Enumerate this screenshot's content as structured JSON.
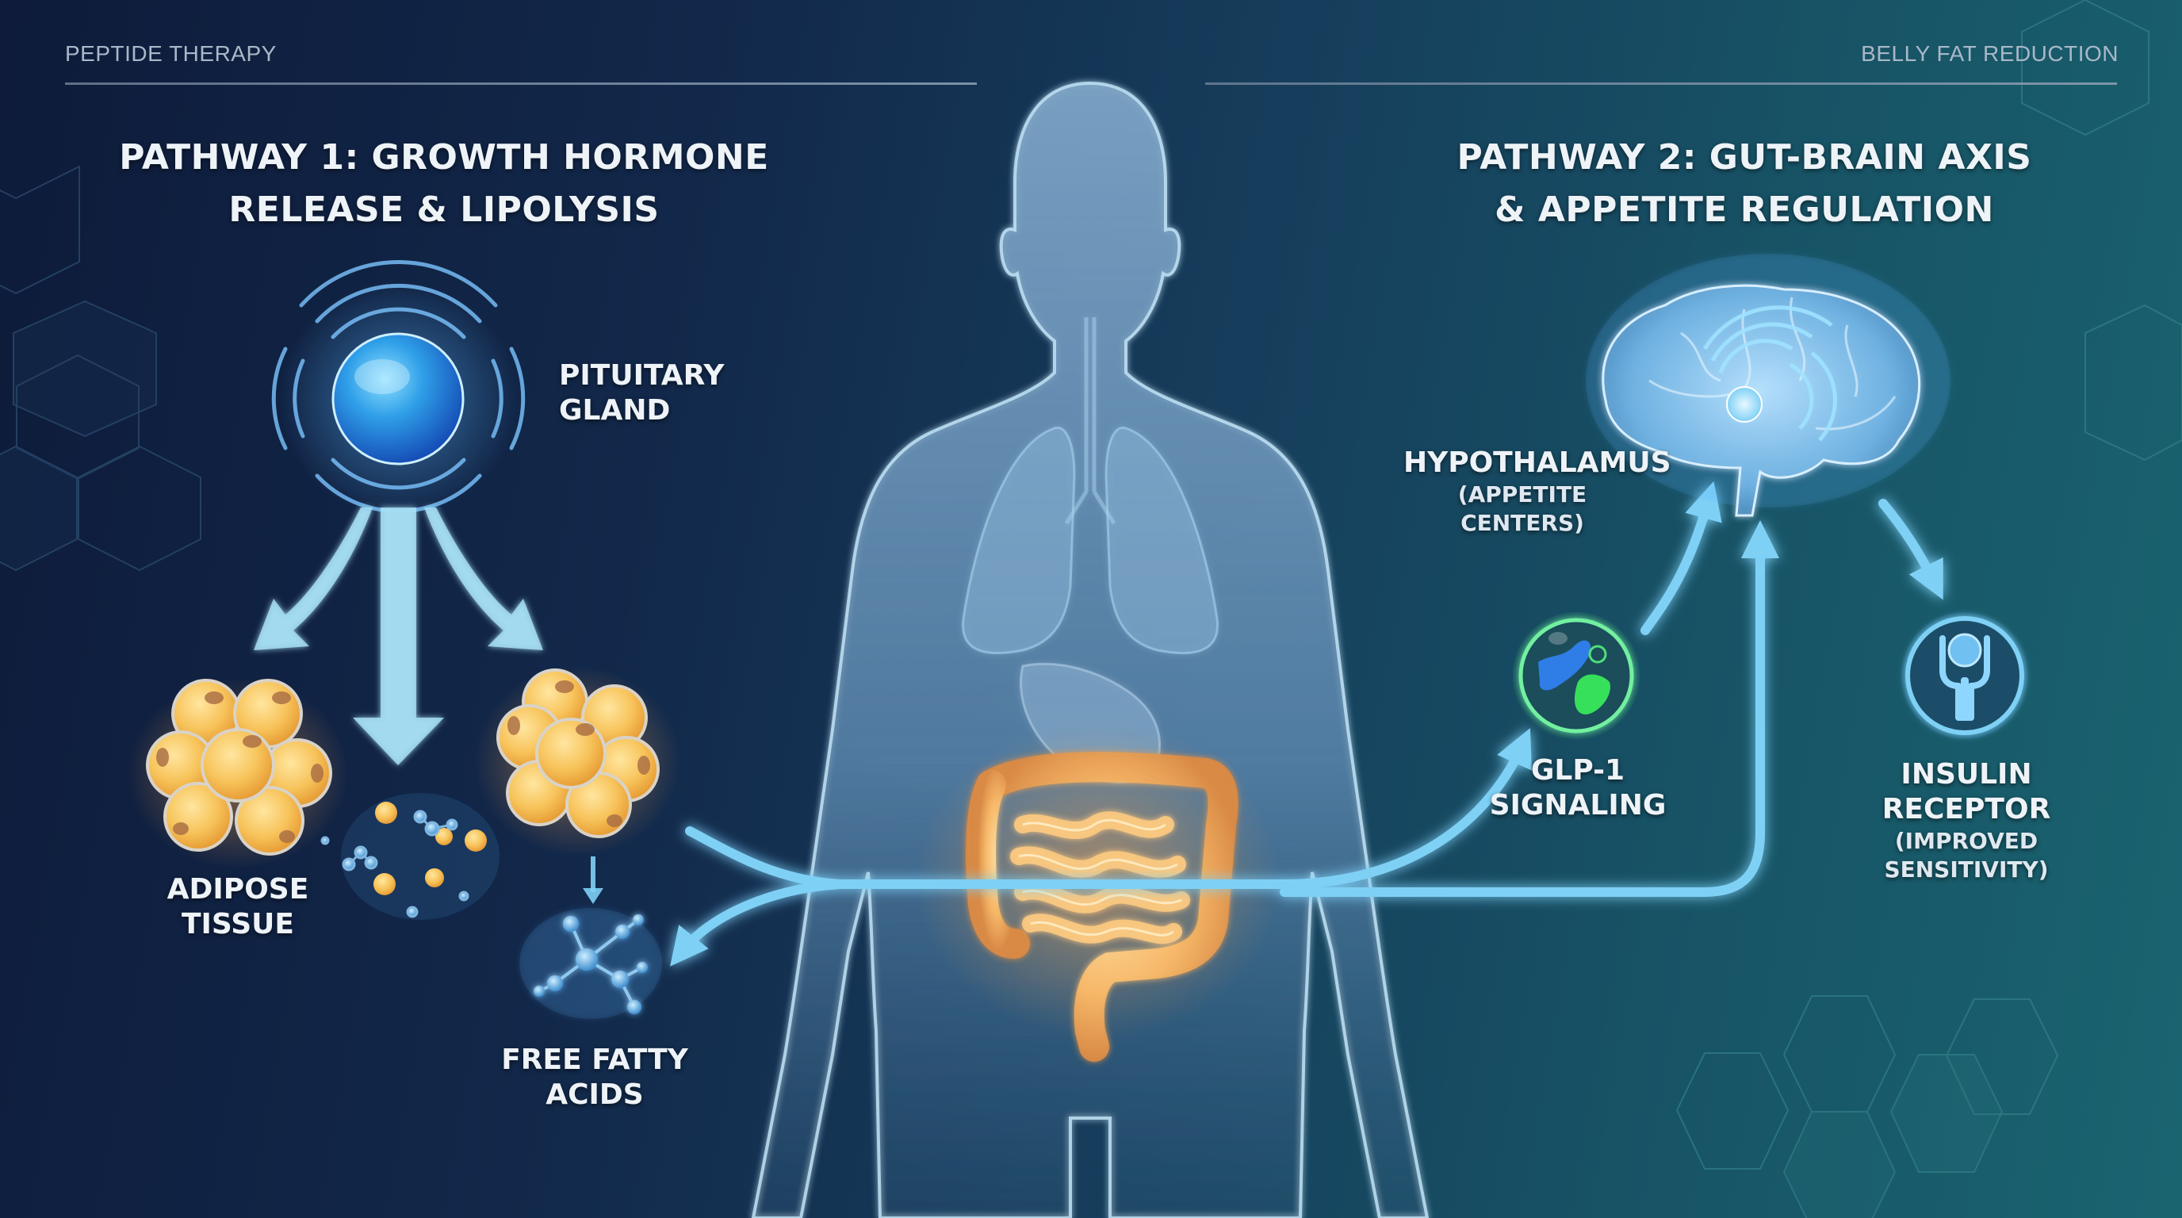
{
  "header": {
    "left_label": "PEPTIDE THERAPY",
    "right_label": "BELLY FAT REDUCTION"
  },
  "pathway1": {
    "title_line1": "PATHWAY 1: GROWTH HORMONE",
    "title_line2": "RELEASE & LIPOLYSIS",
    "nodes": {
      "pituitary": {
        "line1": "PITUITARY",
        "line2": "GLAND",
        "icon": "glowing-sphere-icon"
      },
      "adipose": {
        "line1": "ADIPOSE",
        "line2": "TISSUE",
        "icon": "fat-cell-cluster-icon"
      },
      "ffa": {
        "line1": "FREE FATTY",
        "line2": "ACIDS",
        "icon": "molecule-icon"
      }
    }
  },
  "pathway2": {
    "title_line1": "PATHWAY 2: GUT-BRAIN AXIS",
    "title_line2": "& APPETITE REGULATION",
    "nodes": {
      "hypothalamus": {
        "line1": "HYPOTHALAMUS",
        "line2": "(APPETITE CENTERS)",
        "icon": "brain-icon"
      },
      "glp1": {
        "line1": "GLP-1",
        "line2": "SIGNALING",
        "icon": "protein-structure-icon"
      },
      "insulin": {
        "line1": "INSULIN RECEPTOR",
        "line2": "(IMPROVED SENSITIVITY)",
        "icon": "receptor-icon"
      }
    }
  },
  "center": {
    "figure": "human-body-silhouette",
    "highlight": "digestive-tract"
  },
  "colors": {
    "bg_left": "#0e1b3a",
    "bg_right": "#1a6470",
    "arrow_blue": "#7fd0f5",
    "fat_yellow": "#f7c35a",
    "glow_orange": "#f5a04a",
    "glp_green": "#3fe06a",
    "text_white": "#eef3f8",
    "header_gray": "#a9b8c8"
  }
}
